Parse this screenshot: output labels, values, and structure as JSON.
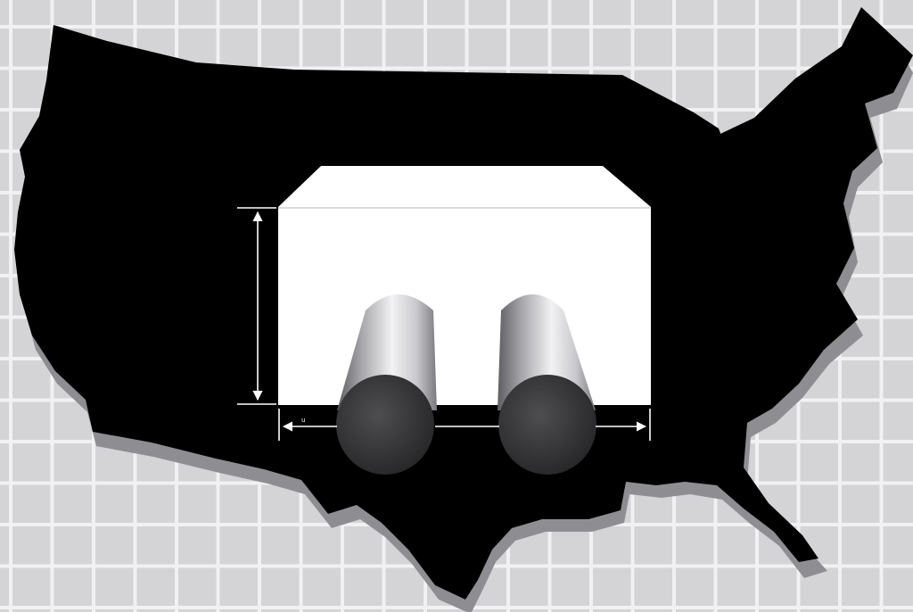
{
  "figure": {
    "background_color": "#d4d4d6",
    "grid_line_color": "#f1f1f3",
    "map_color": "#000000",
    "map_shadow_color": "#8e8e92",
    "block_color": "#ffffff",
    "cylinder_end_color": "#3c3c3e",
    "dimension_arrow_color": "#ffffff",
    "width_marker_label": "u",
    "elements": [
      "us-map-silhouette",
      "rectangular-block",
      "cylinder-left",
      "cylinder-right",
      "height-dimension-arrow",
      "width-dimension-arrow"
    ]
  }
}
